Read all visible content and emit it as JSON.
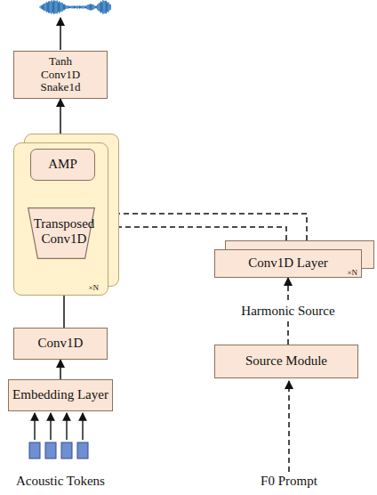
{
  "diagram": {
    "nodes": [
      {
        "text": [
          "Tanh",
          "Conv1D",
          "Snake1d"
        ]
      },
      {
        "text": [
          "×N"
        ]
      },
      {
        "text": [
          "AMP"
        ],
        "in": 1
      },
      {
        "text": [
          "Transposed Conv1D"
        ],
        "in": 1
      },
      {
        "text": [
          "Conv1D"
        ]
      },
      {
        "text": [
          "Embedding Layer"
        ]
      },
      {
        "text": [
          "Conv1D Layer",
          "×N"
        ]
      },
      {
        "text": [
          "Source Module"
        ]
      }
    ],
    "edges": [
      {
        "from": 5,
        "to": 4,
        "arrow": "to"
      },
      {
        "from": 4,
        "to": 3,
        "arrow": "to"
      },
      {
        "from": 3,
        "to": 2,
        "arrow": "to"
      },
      {
        "from": 1,
        "to": 0,
        "arrow": "to"
      },
      {
        "from": 7,
        "to": 6,
        "label": "Harmonic Source",
        "arrow": "to"
      },
      {
        "from": 6,
        "to": 2,
        "arrow": "to"
      }
    ],
    "labels": [
      "Acoustic Tokens",
      "F0 Prompt"
    ]
  }
}
